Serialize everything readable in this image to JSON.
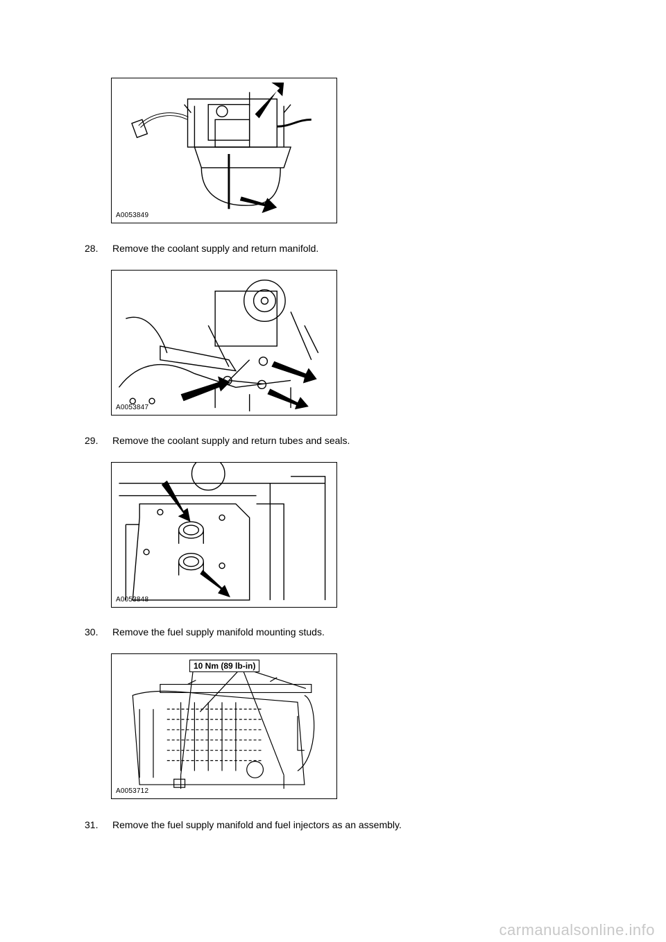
{
  "figures": [
    {
      "code": "A0053849"
    },
    {
      "code": "A0053847"
    },
    {
      "code": "A0053848"
    },
    {
      "code": "A0053712",
      "torque_label": "10 Nm (89 lb-in)"
    }
  ],
  "steps": [
    {
      "number": "28.",
      "text": "Remove the coolant supply and return manifold."
    },
    {
      "number": "29.",
      "text": "Remove the coolant supply and return tubes and seals."
    },
    {
      "number": "30.",
      "text": "Remove the fuel supply manifold mounting studs."
    },
    {
      "number": "31.",
      "text": "Remove the fuel supply manifold and fuel injectors as an assembly."
    }
  ],
  "footer": {
    "site": "carmanualsonline.info"
  }
}
